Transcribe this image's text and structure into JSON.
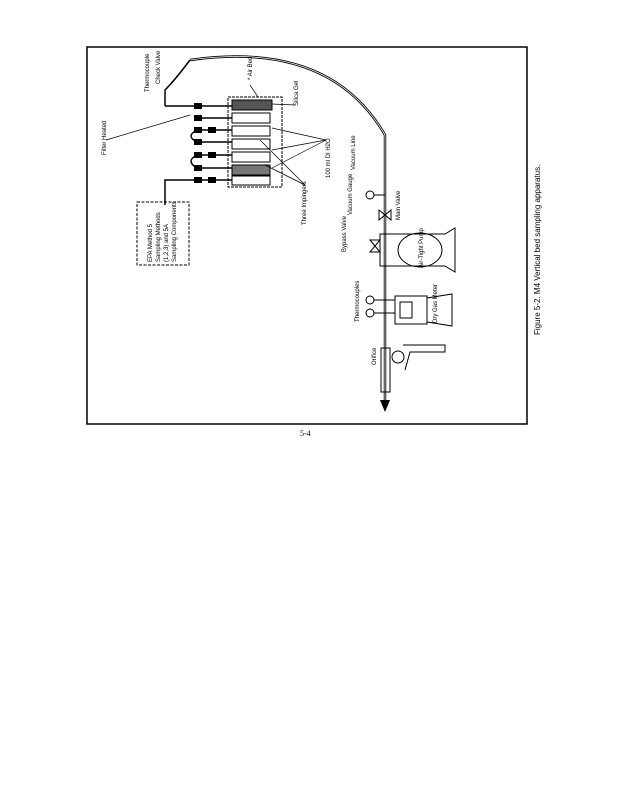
{
  "page_number": "5-4",
  "figure": {
    "caption": "Figure 5-2. M4 Vertical bed sampling apparatus.",
    "labels": {
      "thermocouple": "Thermocouple",
      "check_valve": "Check Valve",
      "air_bed": "* Air Bed",
      "silica_gel": "Silica Gel",
      "filter_heated": "Filter Heated",
      "di_water": "100 ml DI H2O",
      "impingers": "Three Impingers",
      "epa_box": [
        "EPA Method 5",
        "Sampling Methods",
        "(1,2,3) and 5A",
        "Sampling Components"
      ],
      "vacuum_line": "Vacuum Line",
      "vacuum_gauge": "Vacuum Gauge",
      "main_valve": "Main Valve",
      "bypass_valve": "Bypass Valve",
      "pump": "Air-Tight Pump",
      "thermocouples": "Thermocouples",
      "dry_gas_meter": "Dry Gas Meter",
      "orifice": "Orifice"
    }
  }
}
